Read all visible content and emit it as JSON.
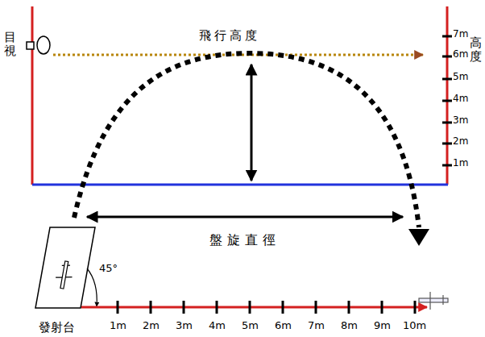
{
  "diagram": {
    "labels": [
      "目視",
      "飛行高度",
      "7m",
      "6m",
      "5m",
      "4m",
      "3m",
      "2m",
      "1m",
      "高度",
      "盤旋直徑",
      "45°",
      "發射台",
      "1m",
      "2m",
      "3m",
      "4m",
      "5m",
      "6m",
      "7m",
      "8m",
      "9m",
      "10m"
    ]
  }
}
